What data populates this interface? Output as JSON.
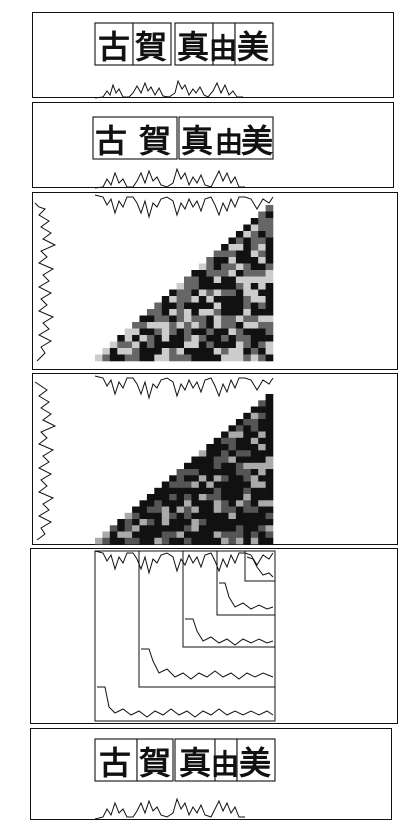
{
  "figure": {
    "characters": [
      "古",
      "賀",
      "真",
      "由",
      "美"
    ],
    "panels": [
      {
        "id": "segmentation-input",
        "kind": "characters"
      },
      {
        "id": "segmentation-enlarged",
        "kind": "characters"
      },
      {
        "id": "similarity-matrix",
        "kind": "matrix"
      },
      {
        "id": "path-cost-matrix",
        "kind": "matrix"
      },
      {
        "id": "path-profiles",
        "kind": "paths"
      },
      {
        "id": "segmentation-result",
        "kind": "characters"
      }
    ]
  }
}
